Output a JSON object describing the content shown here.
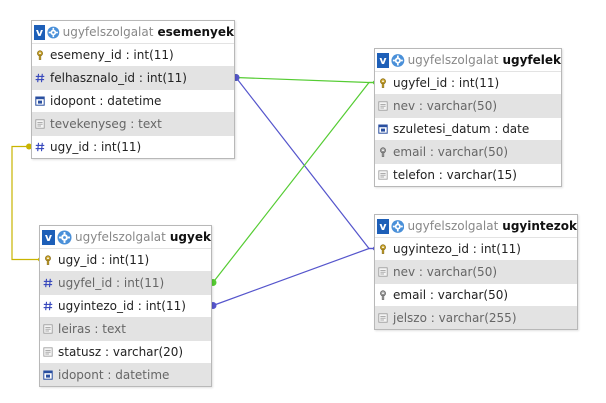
{
  "colors": {
    "green_link": "#55cc33",
    "blue_link": "#5555cc",
    "yellow_link": "#c9b400",
    "header_icon_bg": "#1d5fb8",
    "alt_row": "#e3e3e3"
  },
  "tables": [
    {
      "key": "esemenyek",
      "db": "ugyfelszolgalat",
      "name": "esemenyek",
      "columns": [
        {
          "text": "esemeny_id : int(11)",
          "icon": "key-icon",
          "nullable": false
        },
        {
          "text": "felhasznalo_id : int(11)",
          "icon": "index-hash-icon",
          "nullable": false
        },
        {
          "text": "idopont : datetime",
          "icon": "datetime-icon",
          "nullable": false
        },
        {
          "text": "tevekenyseg : text",
          "icon": "text-column-icon",
          "nullable": true
        },
        {
          "text": "ugy_id : int(11)",
          "icon": "index-hash-icon",
          "nullable": false
        }
      ]
    },
    {
      "key": "ugyfelek",
      "db": "ugyfelszolgalat",
      "name": "ugyfelek",
      "columns": [
        {
          "text": "ugyfel_id : int(11)",
          "icon": "key-icon",
          "nullable": false
        },
        {
          "text": "nev : varchar(50)",
          "icon": "text-column-icon",
          "nullable": true
        },
        {
          "text": "szuletesi_datum : date",
          "icon": "date-icon",
          "nullable": false
        },
        {
          "text": "email : varchar(50)",
          "icon": "unique-key-icon",
          "nullable": true
        },
        {
          "text": "telefon : varchar(15)",
          "icon": "text-column-icon",
          "nullable": false
        }
      ]
    },
    {
      "key": "ugyek",
      "db": "ugyfelszolgalat",
      "name": "ugyek",
      "columns": [
        {
          "text": "ugy_id : int(11)",
          "icon": "key-icon",
          "nullable": false
        },
        {
          "text": "ugyfel_id : int(11)",
          "icon": "index-hash-icon",
          "nullable": true
        },
        {
          "text": "ugyintezo_id : int(11)",
          "icon": "index-hash-icon",
          "nullable": false
        },
        {
          "text": "leiras : text",
          "icon": "text-column-icon",
          "nullable": true
        },
        {
          "text": "statusz : varchar(20)",
          "icon": "text-column-icon",
          "nullable": false
        },
        {
          "text": "idopont : datetime",
          "icon": "datetime-icon",
          "nullable": true
        }
      ]
    },
    {
      "key": "ugyintezok",
      "db": "ugyfelszolgalat",
      "name": "ugyintezok",
      "columns": [
        {
          "text": "ugyintezo_id : int(11)",
          "icon": "key-icon",
          "nullable": false
        },
        {
          "text": "nev : varchar(50)",
          "icon": "text-column-icon",
          "nullable": true
        },
        {
          "text": "email : varchar(50)",
          "icon": "unique-key-icon",
          "nullable": false
        },
        {
          "text": "jelszo : varchar(255)",
          "icon": "text-column-icon",
          "nullable": true
        }
      ]
    }
  ],
  "relations": [
    {
      "from_table": "esemenyek",
      "from_column": "felhasznalo_id",
      "to_table": "ugyfelek",
      "to_column": "ugyfel_id",
      "color": "green_link"
    },
    {
      "from_table": "esemenyek",
      "from_column": "felhasznalo_id",
      "to_table": "ugyintezok",
      "to_column": "ugyintezo_id",
      "color": "blue_link"
    },
    {
      "from_table": "ugyek",
      "from_column": "ugyfel_id",
      "to_table": "ugyfelek",
      "to_column": "ugyfel_id",
      "color": "green_link"
    },
    {
      "from_table": "ugyek",
      "from_column": "ugyintezo_id",
      "to_table": "ugyintezok",
      "to_column": "ugyintezo_id",
      "color": "blue_link"
    },
    {
      "from_table": "esemenyek",
      "from_column": "ugy_id",
      "to_table": "ugyek",
      "to_column": "ugy_id",
      "color": "yellow_link"
    }
  ]
}
